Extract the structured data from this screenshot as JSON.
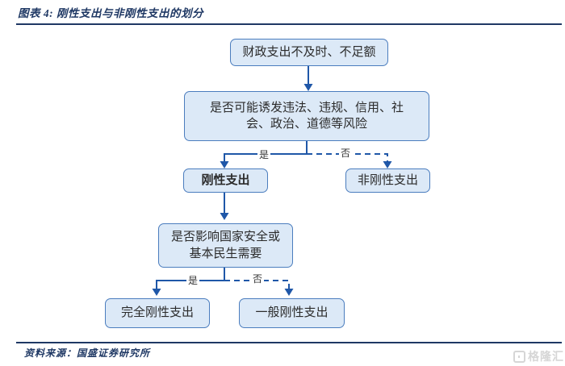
{
  "title": "图表 4: 刚性支出与非刚性支出的划分",
  "flowchart": {
    "nodes": {
      "start": {
        "text": "财政支出不及时、不足额"
      },
      "decision1": {
        "line1": "是否可能诱发违法、违规、信用、社",
        "line2": "会、政治、道德等风险"
      },
      "rigid": {
        "text": "刚性支出"
      },
      "non_rigid": {
        "text": "非刚性支出"
      },
      "decision2": {
        "line1": "是否影响国家安全或",
        "line2": "基本民生需要"
      },
      "fully_rigid": {
        "text": "完全刚性支出"
      },
      "general_rigid": {
        "text": "一般刚性支出"
      }
    },
    "branch_labels": {
      "decision1_yes": "是",
      "decision1_no": "否",
      "decision2_yes": "是",
      "decision2_no": "否"
    }
  },
  "footer": {
    "source": "资料来源：国盛证券研究所"
  },
  "watermark": {
    "text": "格隆汇"
  },
  "colors": {
    "accent_dark": "#1F3864",
    "box_fill": "#DCE9F7",
    "box_border": "#4B7DBE",
    "connector": "#1F57A8",
    "node_text": "#2B2B2B",
    "watermark_gray": "#D6D6D6"
  }
}
